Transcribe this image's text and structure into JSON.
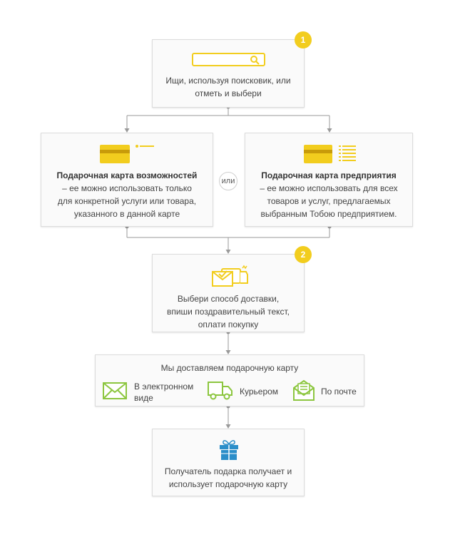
{
  "step1": {
    "badge": "1",
    "text": "Ищи, используя поисковик, или отметь и выбери"
  },
  "card_opportunities": {
    "title": "Подарочная карта возможностей",
    "text": "– ее можно использовать только для конкретной услуги или товара, указанного в данной карте"
  },
  "or_label": "или",
  "card_enterprise": {
    "title": "Подарочная карта предприятия",
    "text": "– ее можно использовать для всех товаров и услуг, предлагаемых выбранным Тобою предприятием."
  },
  "step2": {
    "badge": "2",
    "text": "Выбери способ доставки, впиши поздравительный текст, оплати покупку"
  },
  "delivery": {
    "title": "Мы доставляем подарочную карту",
    "electronic": "В электронном виде",
    "courier": "Курьером",
    "post": "По почте"
  },
  "final": {
    "text": "Получатель подарка получает и использует подарочную карту"
  },
  "colors": {
    "accent_yellow": "#f2cd1e",
    "green": "#8cc63f",
    "blue": "#2b8ec9",
    "connector": "#9a9a9a"
  },
  "icons": [
    "search-bar-icon",
    "gift-card-icon",
    "list-icon",
    "envelope-check-icon",
    "email-envelope-icon",
    "truck-icon",
    "letter-icon",
    "gift-box-icon"
  ]
}
